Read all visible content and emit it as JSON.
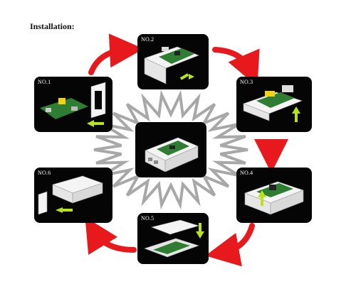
{
  "title": "Installation:",
  "steps": [
    {
      "label": "NO.1"
    },
    {
      "label": "NO.2"
    },
    {
      "label": "NO.3"
    },
    {
      "label": "NO.4"
    },
    {
      "label": "NO.5"
    },
    {
      "label": "NO.6"
    }
  ],
  "colors": {
    "arrow": "#e8191c",
    "panel": "#050505",
    "hint_arrow": "#b8e21a",
    "board_green": "#2e7d32",
    "case_white": "#f4f4f4",
    "burst_outline": "#a8a8a8"
  }
}
